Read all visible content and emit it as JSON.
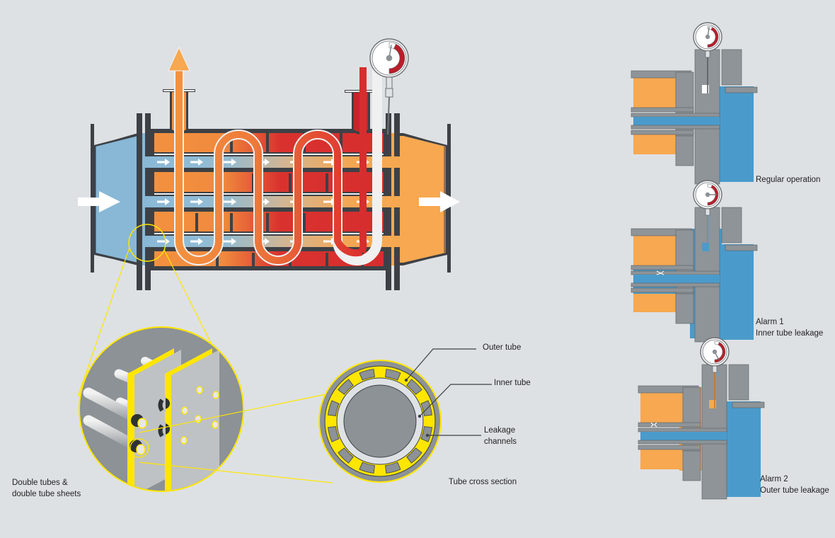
{
  "colors": {
    "background": "#dee1e4",
    "cold_fluid": "#88b8d6",
    "cold_fluid_dark": "#4a9bcb",
    "warm_fluid": "#f3913f",
    "warm_outlet": "#f7a850",
    "hot_fluid": "#d62e2e",
    "hot_dark": "#b81e2a",
    "steel_dark": "#3d4146",
    "steel_mid": "#8e9498",
    "steel_light": "#bfc2c4",
    "highlight_yellow": "#ffe600",
    "arrow_white": "#ffffff"
  },
  "main_diagram": {
    "name": "Double tube sheet heat exchanger",
    "tube_passes": 3,
    "shell_rows": 4,
    "flow_arrows_per_pass": 7,
    "gauge": {
      "reading_fraction": 0.05
    }
  },
  "detail_tube_sheets": {
    "label_line1": "Double tubes &",
    "label_line2": "double tube sheets"
  },
  "cross_section": {
    "title": "Tube cross section",
    "callouts": [
      {
        "id": "outer",
        "text": "Outer tube"
      },
      {
        "id": "inner",
        "text": "Inner tube"
      },
      {
        "id": "leak1",
        "text": "Leakage"
      },
      {
        "id": "leak2",
        "text": "channels"
      }
    ],
    "channel_count": 12
  },
  "states": [
    {
      "id": "regular",
      "line1": "Regular operation",
      "line2": "",
      "gauge_reading_fraction": 0.05,
      "leak": "none"
    },
    {
      "id": "alarm1",
      "line1": "Alarm 1",
      "line2": "Inner tube leakage",
      "gauge_reading_fraction": 0.5,
      "leak": "inner"
    },
    {
      "id": "alarm2",
      "line1": "Alarm 2",
      "line2": "Outer tube leakage",
      "gauge_reading_fraction": 0.85,
      "leak": "outer"
    }
  ]
}
